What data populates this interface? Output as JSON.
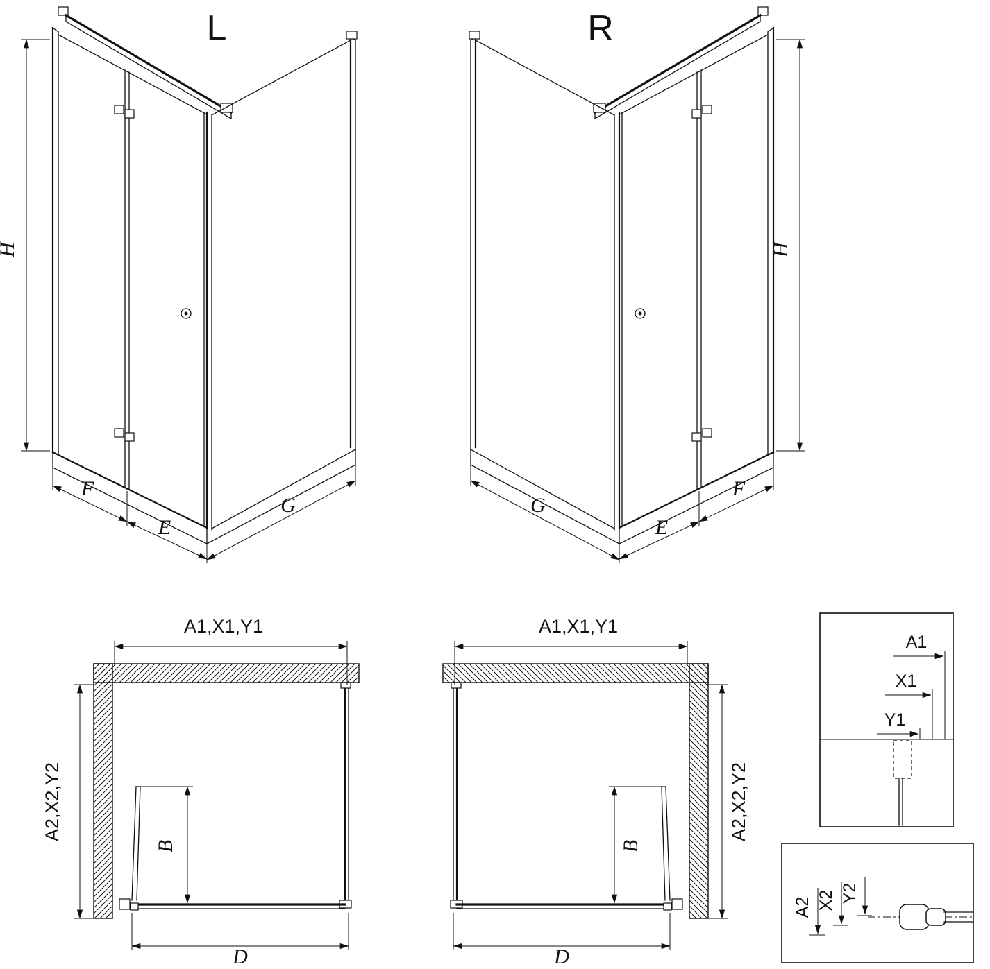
{
  "colors": {
    "line": "#111111",
    "background": "#ffffff"
  },
  "views": {
    "left_3d": {
      "variant_label": "L",
      "dim_height": "H",
      "dim_f": "F",
      "dim_e": "E",
      "dim_g": "G"
    },
    "right_3d": {
      "variant_label": "R",
      "dim_height": "H",
      "dim_f": "F",
      "dim_e": "E",
      "dim_g": "G"
    },
    "left_plan": {
      "dim_width_top": "A1,X1,Y1",
      "dim_depth_side": "A2,X2,Y2",
      "dim_door_b": "B",
      "dim_entry_d": "D"
    },
    "right_plan": {
      "dim_width_top": "A1,X1,Y1",
      "dim_depth_side": "A2,X2,Y2",
      "dim_door_b": "B",
      "dim_entry_d": "D"
    },
    "detail_top": {
      "dim_a1": "A1",
      "dim_x1": "X1",
      "dim_y1": "Y1"
    },
    "detail_bottom": {
      "dim_a2": "A2",
      "dim_x2": "X2",
      "dim_y2": "Y2"
    }
  }
}
